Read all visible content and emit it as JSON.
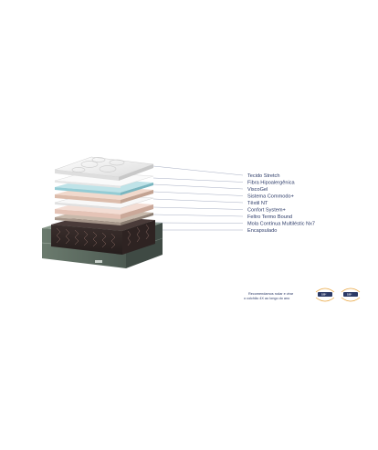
{
  "layers": [
    {
      "label": "Tecido Stretch"
    },
    {
      "label": "Fibra Hipoalergênica"
    },
    {
      "label": "ViscoGel"
    },
    {
      "label": "Sistema Commodo+"
    },
    {
      "label": "Têxtil NT"
    },
    {
      "label": "Confort System+"
    },
    {
      "label": "Feltro Termo Bound"
    },
    {
      "label": "Mola Contínua Multiléstic Nx7"
    },
    {
      "label": "Encapsulado"
    }
  ],
  "rotation_note": {
    "line1": "Recomendamos rodar e virar",
    "line2": "o colchão 4X ao longo do ano",
    "badge_left": "180°",
    "badge_right": "180°"
  },
  "colors": {
    "label_text": "#2b3a67",
    "leader_line": "#7f8aa8",
    "badge_fill": "#2b3a67",
    "arrow": "#e8a33a"
  }
}
